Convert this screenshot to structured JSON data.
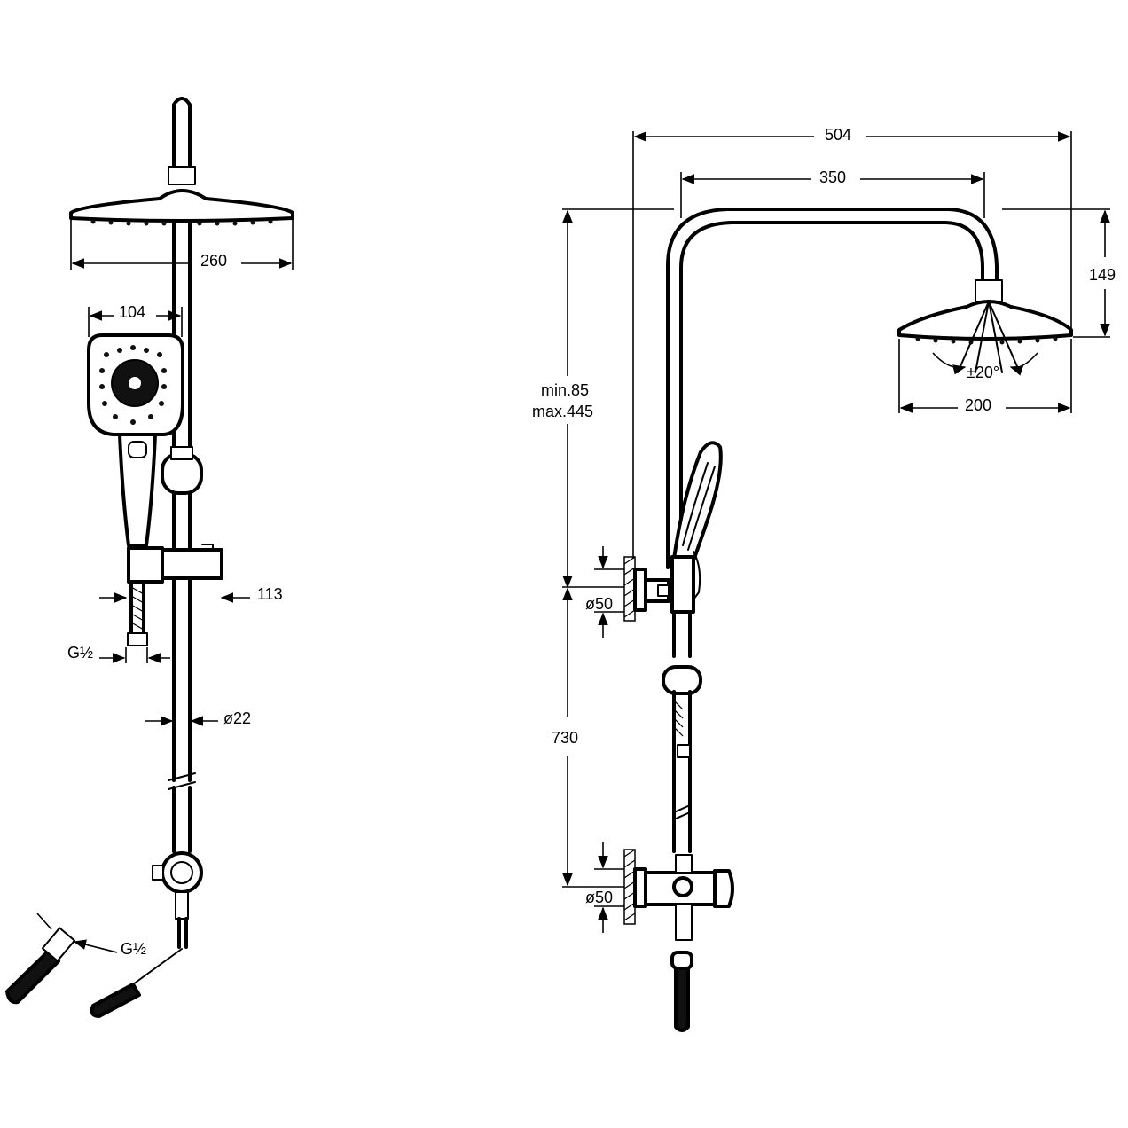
{
  "dimensions": {
    "front_view": {
      "head_width": "260",
      "hand_shower_width": "104",
      "slider_offset": "113",
      "inlet_thread": "G½",
      "rail_diameter": "ø22",
      "hose_thread": "G½"
    },
    "side_view": {
      "overall_depth": "504",
      "arm_projection": "350",
      "head_drop": "149",
      "height_adjust_min": "min.85",
      "height_adjust_max": "max.445",
      "head_tilt": "±20°",
      "side_head_width": "200",
      "upper_bracket_diameter": "ø50",
      "lower_bracket_diameter": "ø50",
      "column_height": "730"
    }
  }
}
